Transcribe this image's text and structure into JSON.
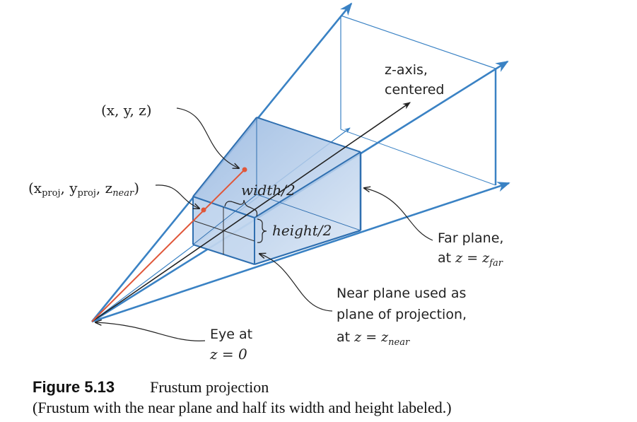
{
  "labels": {
    "point": "(x, y, z)",
    "proj_x": "(x",
    "proj_sub1": "proj",
    "proj_y": ", y",
    "proj_sub2": "proj",
    "proj_z": ", z",
    "proj_sub3": "near",
    "proj_close": ")",
    "width_half": "width/2",
    "height_half": "height/2",
    "z_axis_line1": "z-axis,",
    "z_axis_line2": "centered",
    "far_line1": "Far plane,",
    "far_line2_prefix": "at ",
    "far_line2_eq": "z = z",
    "far_line2_sub": "far",
    "near_line1": "Near plane used as",
    "near_line2": "plane of projection,",
    "near_line3_prefix": "at ",
    "near_line3_eq": "z = z",
    "near_line3_sub": "near",
    "eye_line1": "Eye at",
    "eye_line2": "z = 0"
  },
  "caption": {
    "number": "Figure 5.13",
    "title": "Frustum projection",
    "description": "(Frustum with the near plane and half its width and height labeled.)"
  },
  "colors": {
    "frustum_lines": "#3a82c4",
    "box_fill": "#a9c6e8",
    "box_edge": "#2f6fb0",
    "projection_ray": "#e0573a",
    "point": "#e0573a",
    "leader": "#222222"
  }
}
